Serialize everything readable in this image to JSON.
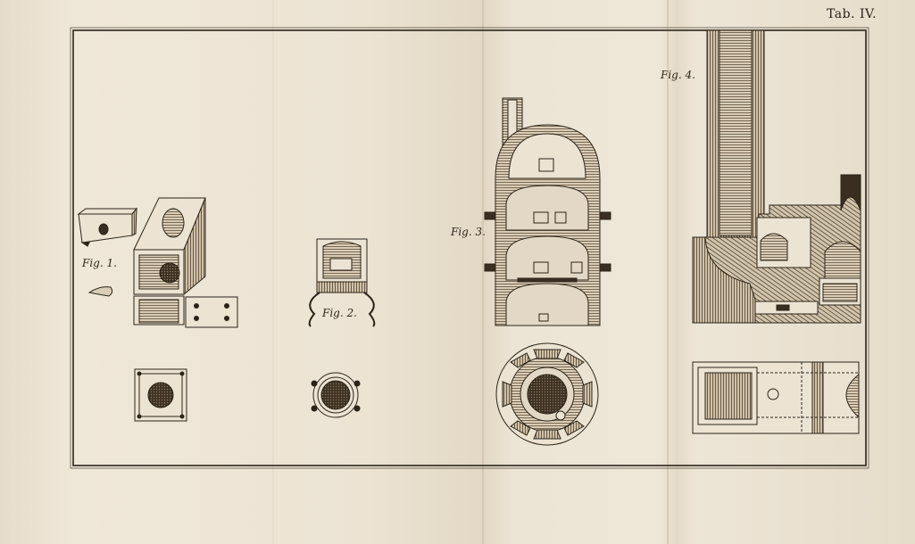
{
  "plate": {
    "tab_number": "Tab. IV."
  },
  "figures": {
    "fig1": "Fig. 1.",
    "fig2": "Fig. 2.",
    "fig3": "Fig. 3.",
    "fig4": "Fig. 4."
  },
  "colors": {
    "paper": "#ece3d3",
    "ink": "#2b2418",
    "hatch": "#6e5e48",
    "dark": "#3a2e20"
  }
}
